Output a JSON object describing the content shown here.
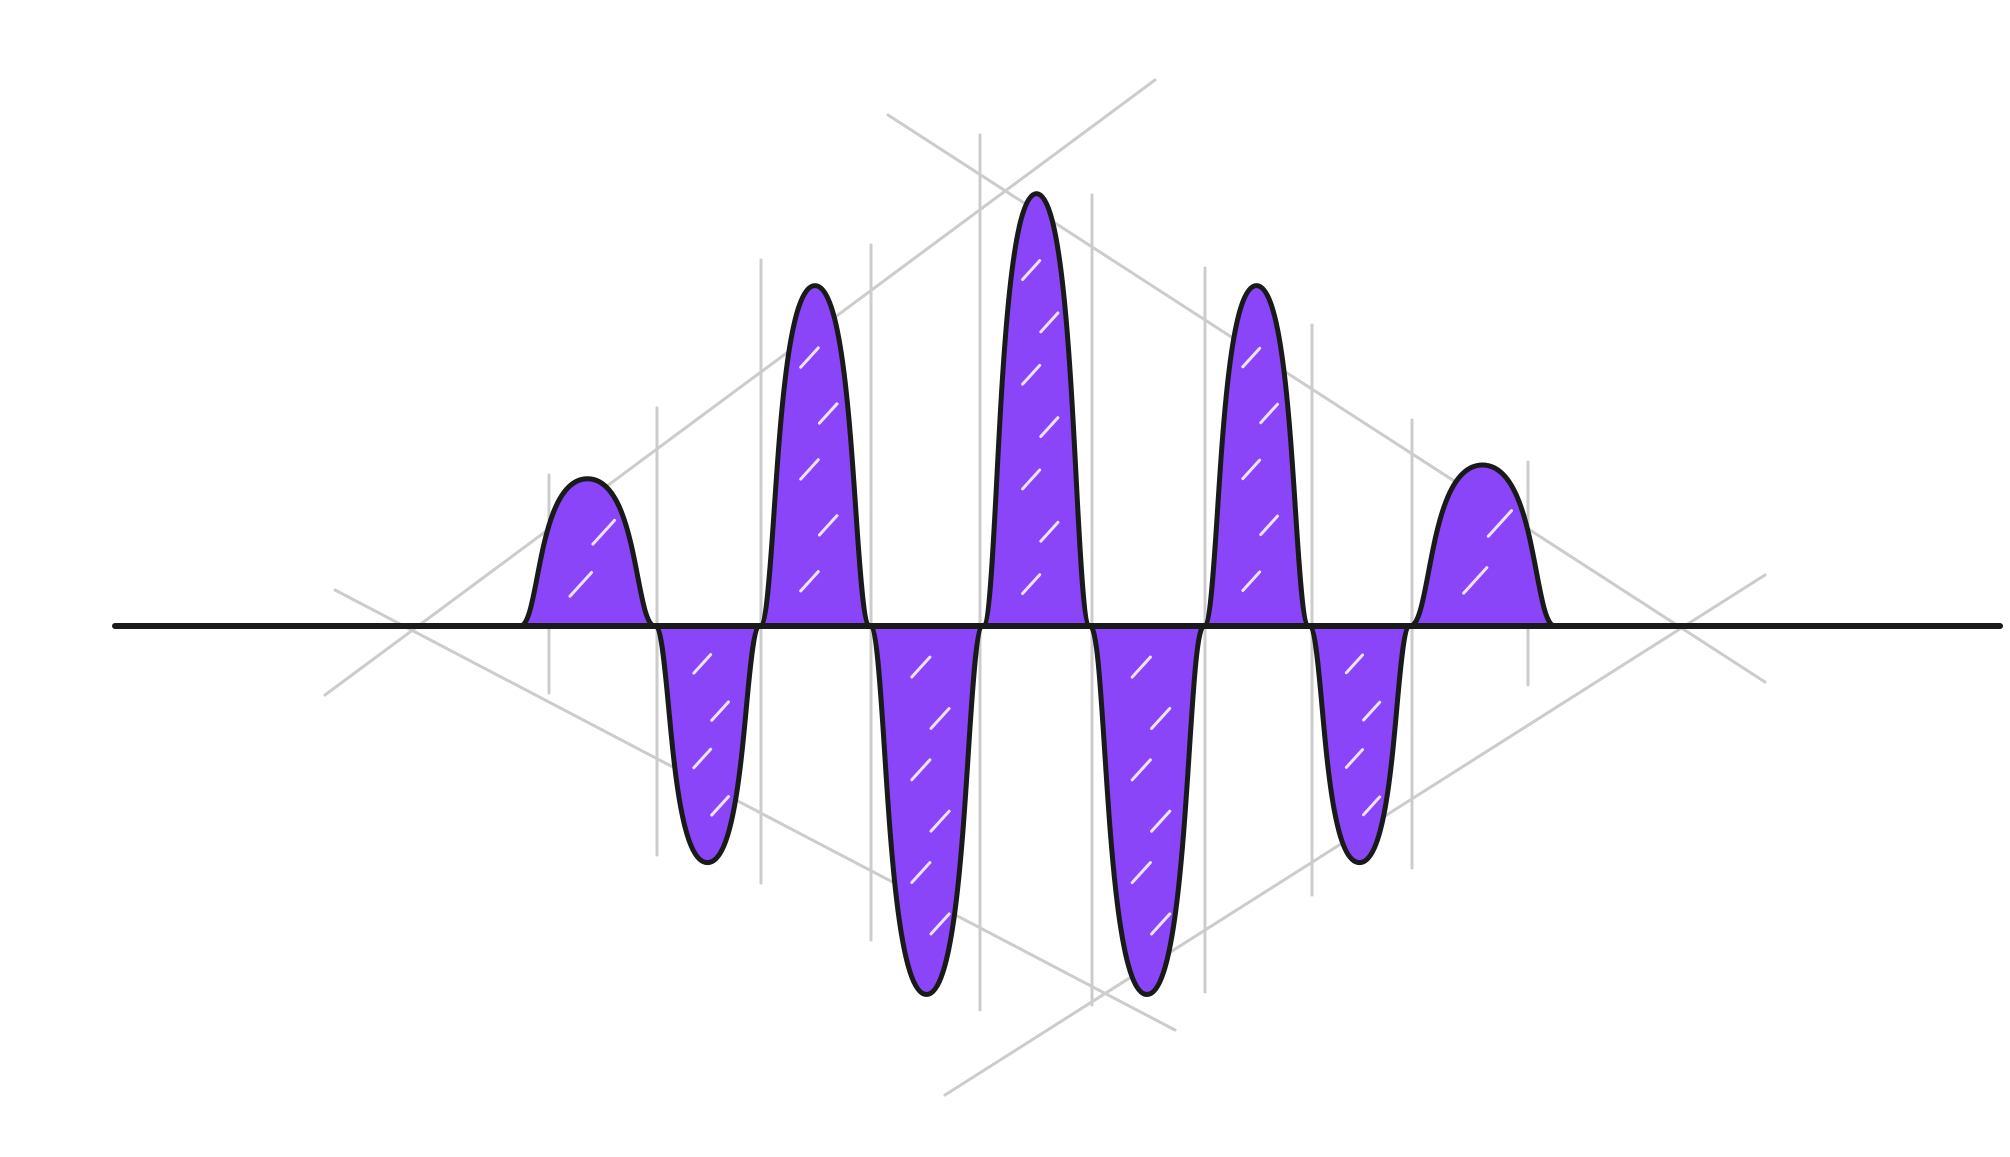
{
  "figure": {
    "description_free": true,
    "colors": {
      "background": "#ffffff",
      "fill": "#8a45f8",
      "outline": "#1a1a1a",
      "axis": "#1a1a1a",
      "guides": "#cccccc",
      "hatch": "#ffffff"
    },
    "lobes": [
      {
        "sign": "up",
        "amplitude": 0.32
      },
      {
        "sign": "down",
        "amplitude": 0.52
      },
      {
        "sign": "up",
        "amplitude": 0.74
      },
      {
        "sign": "down",
        "amplitude": 0.81
      },
      {
        "sign": "up",
        "amplitude": 0.94
      },
      {
        "sign": "down",
        "amplitude": 0.81
      },
      {
        "sign": "up",
        "amplitude": 0.74
      },
      {
        "sign": "down",
        "amplitude": 0.52
      },
      {
        "sign": "up",
        "amplitude": 0.35
      }
    ]
  }
}
